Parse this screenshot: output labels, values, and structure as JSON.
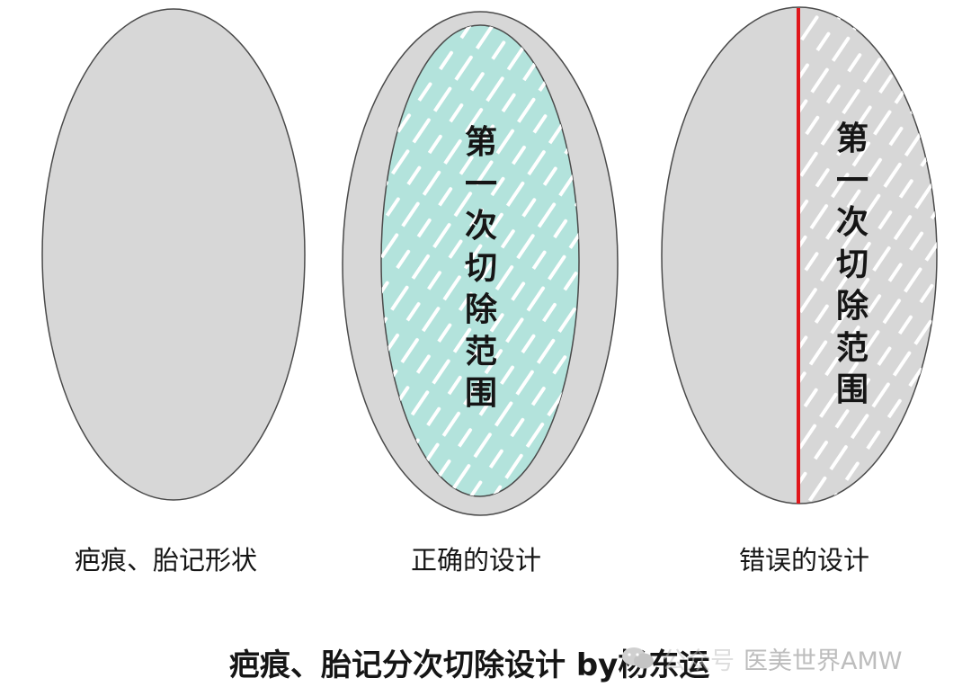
{
  "diagram": {
    "shapes": [
      {
        "id": "scar-shape",
        "caption": "疤痕、胎记形状"
      },
      {
        "id": "correct-design",
        "caption": "正确的设计",
        "excision_label": "第一次切除范围"
      },
      {
        "id": "wrong-design",
        "caption": "错误的设计",
        "excision_label": "第一次切除范围"
      }
    ],
    "title": "疤痕、胎记分次切除设计 by杨东运",
    "watermark": {
      "chars": "公众号",
      "text": "医美世界AMW"
    },
    "colors": {
      "ellipse_fill": "#d7d7d7",
      "ellipse_stroke": "#4a4a4a",
      "excision_fill": "#b3e3dc",
      "cut_line": "#e0161b",
      "hatch": "#ffffff"
    }
  }
}
